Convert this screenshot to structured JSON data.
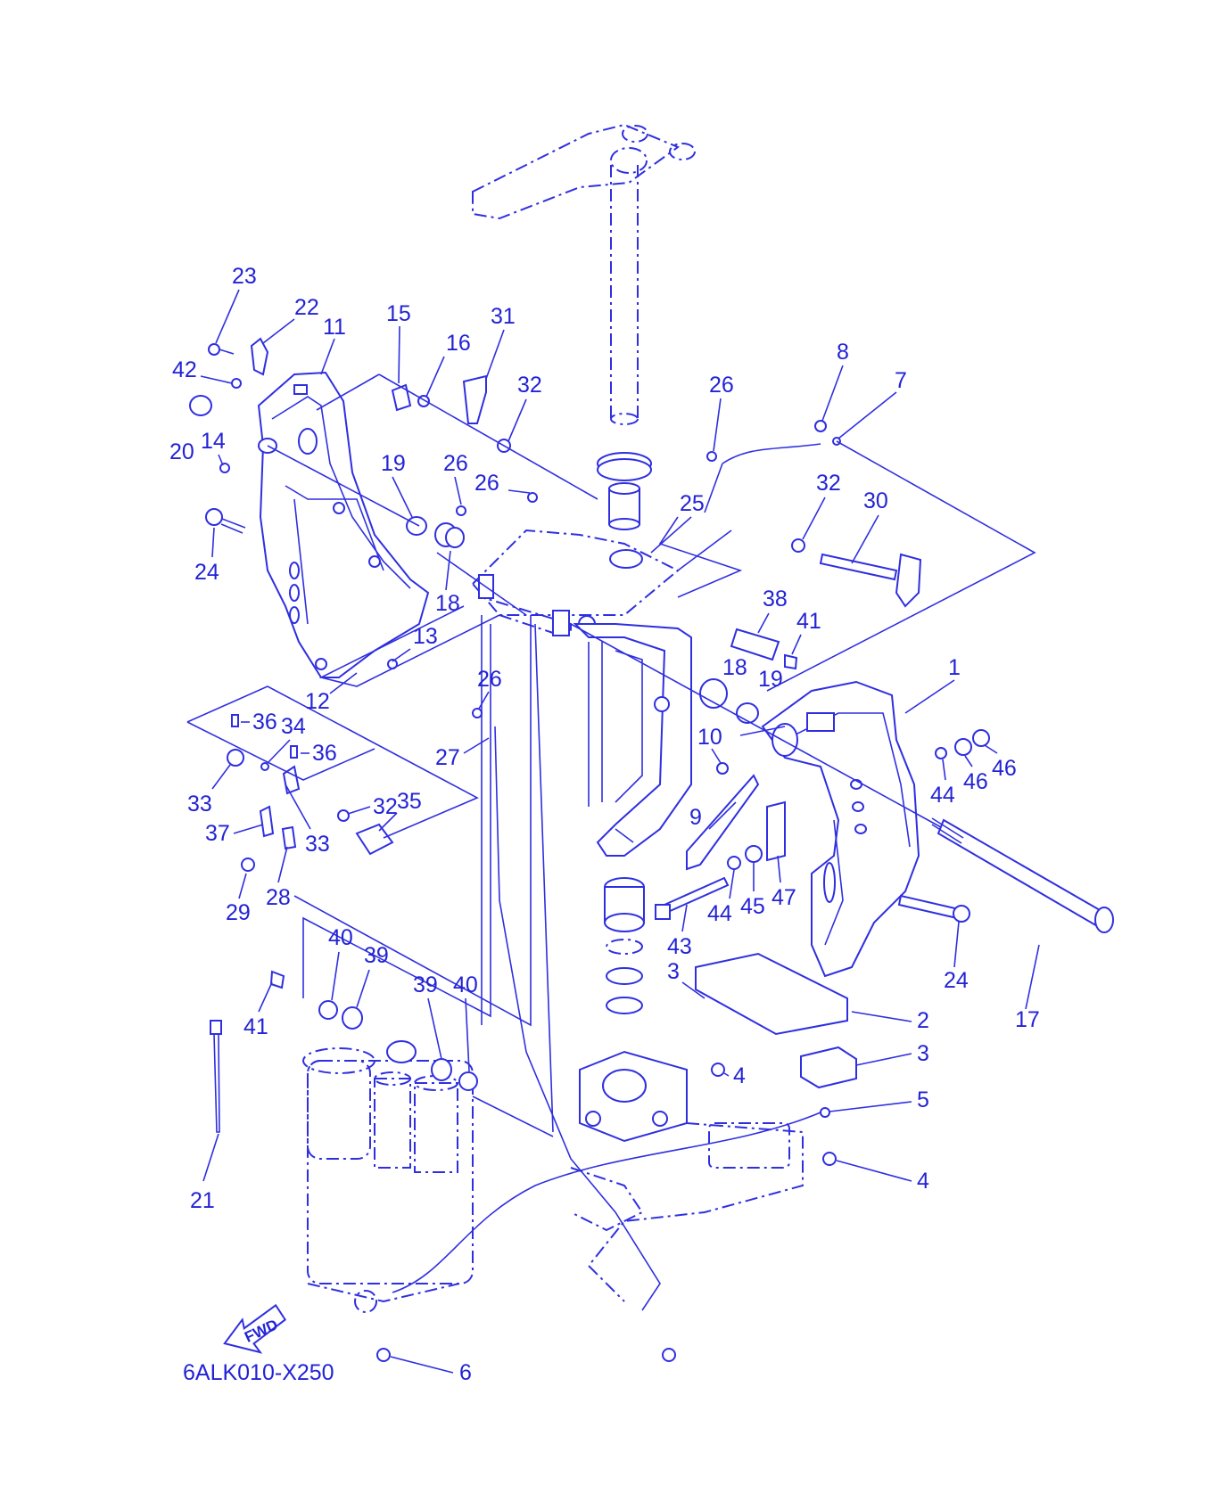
{
  "diagram": {
    "drawing_code": "6ALK010-X250",
    "fwd_label": "FWD",
    "callouts": [
      "1",
      "2",
      "3",
      "3",
      "4",
      "4",
      "5",
      "6",
      "7",
      "8",
      "9",
      "10",
      "11",
      "12",
      "13",
      "14",
      "15",
      "16",
      "17",
      "18",
      "18",
      "19",
      "19",
      "20",
      "21",
      "22",
      "23",
      "24",
      "24",
      "25",
      "26",
      "26",
      "26",
      "26",
      "27",
      "28",
      "29",
      "30",
      "31",
      "32",
      "32",
      "32",
      "33",
      "33",
      "34",
      "35",
      "36",
      "36",
      "37",
      "38",
      "39",
      "39",
      "40",
      "40",
      "41",
      "41",
      "42",
      "43",
      "44",
      "44",
      "45",
      "46",
      "46",
      "47"
    ]
  }
}
